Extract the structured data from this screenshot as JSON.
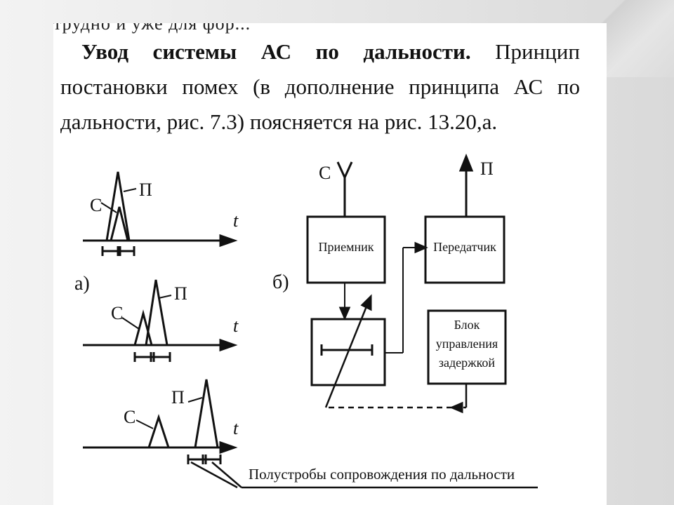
{
  "header_fragment": "трудно и уже для фор...",
  "paragraph": {
    "bold_lead": "Увод системы АС по дальности.",
    "text": " Принцип постановки помех (в дополнение принципа АС по дальности, рис. 7.3) поясняется на рис. 13.20,а."
  },
  "figure_a": {
    "label": "а)",
    "signal": "С",
    "jam": "П",
    "axis": "t"
  },
  "figure_b": {
    "label": "б)",
    "antenna_in": "С",
    "antenna_out": "П",
    "receiver": "Приемник",
    "transmitter": "Передатчик",
    "delay_control_line1": "Блок",
    "delay_control_line2": "управления",
    "delay_control_line3": "задержкой"
  },
  "caption": "Полустробы сопровождения по дальности"
}
